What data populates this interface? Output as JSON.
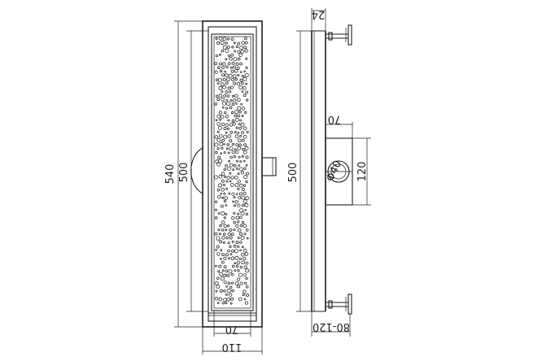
{
  "drawing": {
    "front_view": {
      "overall_height": "540",
      "grate_height": "500",
      "overall_width": "110",
      "grate_width": "70"
    },
    "side_view": {
      "channel_height": "500",
      "flange_depth": "24",
      "depth": "70",
      "outlet_height": "120",
      "outlet_diameter": "Φ40",
      "adjustable_feet": "80-120"
    }
  }
}
